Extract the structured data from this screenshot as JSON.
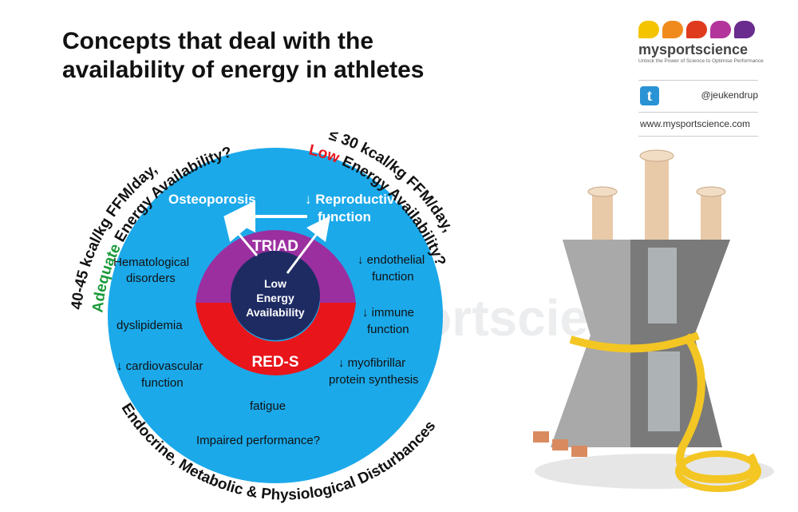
{
  "title": {
    "line1": "Concepts that deal with the",
    "line2": "availability of energy in athletes"
  },
  "brand": {
    "name": "mysportscience",
    "tagline": "Unlock the Power of Science to Optimise Performance",
    "petal_colors": [
      "#f5c400",
      "#f08a1c",
      "#e03a1e",
      "#b3359c",
      "#6a2c8e"
    ],
    "twitter_handle": "@jeukendrup",
    "website": "www.mysportscience.com",
    "watermark": "mysportscience"
  },
  "colors": {
    "outer_circle": "#1ba9ea",
    "triad": "#9b2fa0",
    "reds": "#e8151b",
    "center": "#1e2b63",
    "adequate": "#1a9a3a",
    "low": "#e8151b"
  },
  "arcs": {
    "adequate_line1": "40-45 kcal/kg FFM/day,",
    "adequate_word": "Adequate",
    "adequate_rest": " Energy Availability?",
    "low_line1": "≤ 30 kcal/kg FFM/day,",
    "low_word": "Low",
    "low_rest": " Energy Availability?",
    "bottom": "Endocrine, Metabolic & Physiological Disturbances"
  },
  "core": {
    "triad": "TRIAD",
    "reds": "RED-S",
    "center_line1": "Low",
    "center_line2": "Energy",
    "center_line3": "Availability"
  },
  "consequences": {
    "osteoporosis": "Osteoporosis",
    "reproductive_line1": "↓ Reproductive",
    "reproductive_line2": "function",
    "hematological_line1": "Hematological",
    "hematological_line2": "disorders",
    "dyslipidemia": "dyslipidemia",
    "cardio_line1": "↓ cardiovascular",
    "cardio_line2": "function",
    "fatigue": "fatigue",
    "impaired": "Impaired performance?",
    "endothelial_line1": "↓ endothelial",
    "endothelial_line2": "function",
    "immune_line1": "↓ immune",
    "immune_line2": "function",
    "myofibrillar_line1": "↓ myofibrillar",
    "myofibrillar_line2": "protein synthesis"
  }
}
